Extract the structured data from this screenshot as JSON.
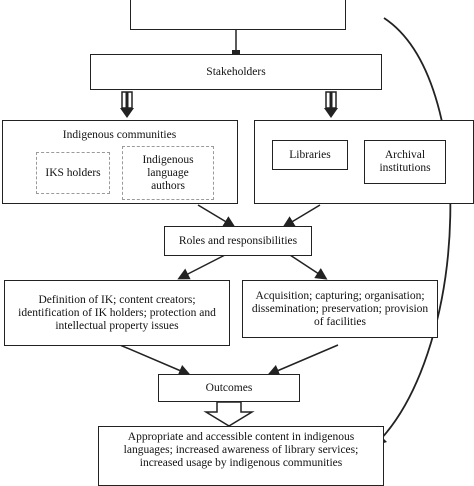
{
  "diagram": {
    "top_box_text": "",
    "stakeholders": "Stakeholders",
    "indigenous_communities": {
      "title": "Indigenous communities",
      "iks_holders": "IKS holders",
      "language_authors": "Indigenous language authors"
    },
    "institutions": {
      "libraries": "Libraries",
      "archival": "Archival institutions"
    },
    "roles": "Roles and responsibilities",
    "community_roles": "Definition of IK; content creators; identification of IK holders; protection and intellectual property issues",
    "institution_roles": "Acquisition; capturing; organisation; dissemination; preservation; provision of facilities",
    "outcomes_label": "Outcomes",
    "outcomes_text": "Appropriate and accessible content in indigenous languages; increased awareness of library services; increased usage by indigenous communities"
  }
}
